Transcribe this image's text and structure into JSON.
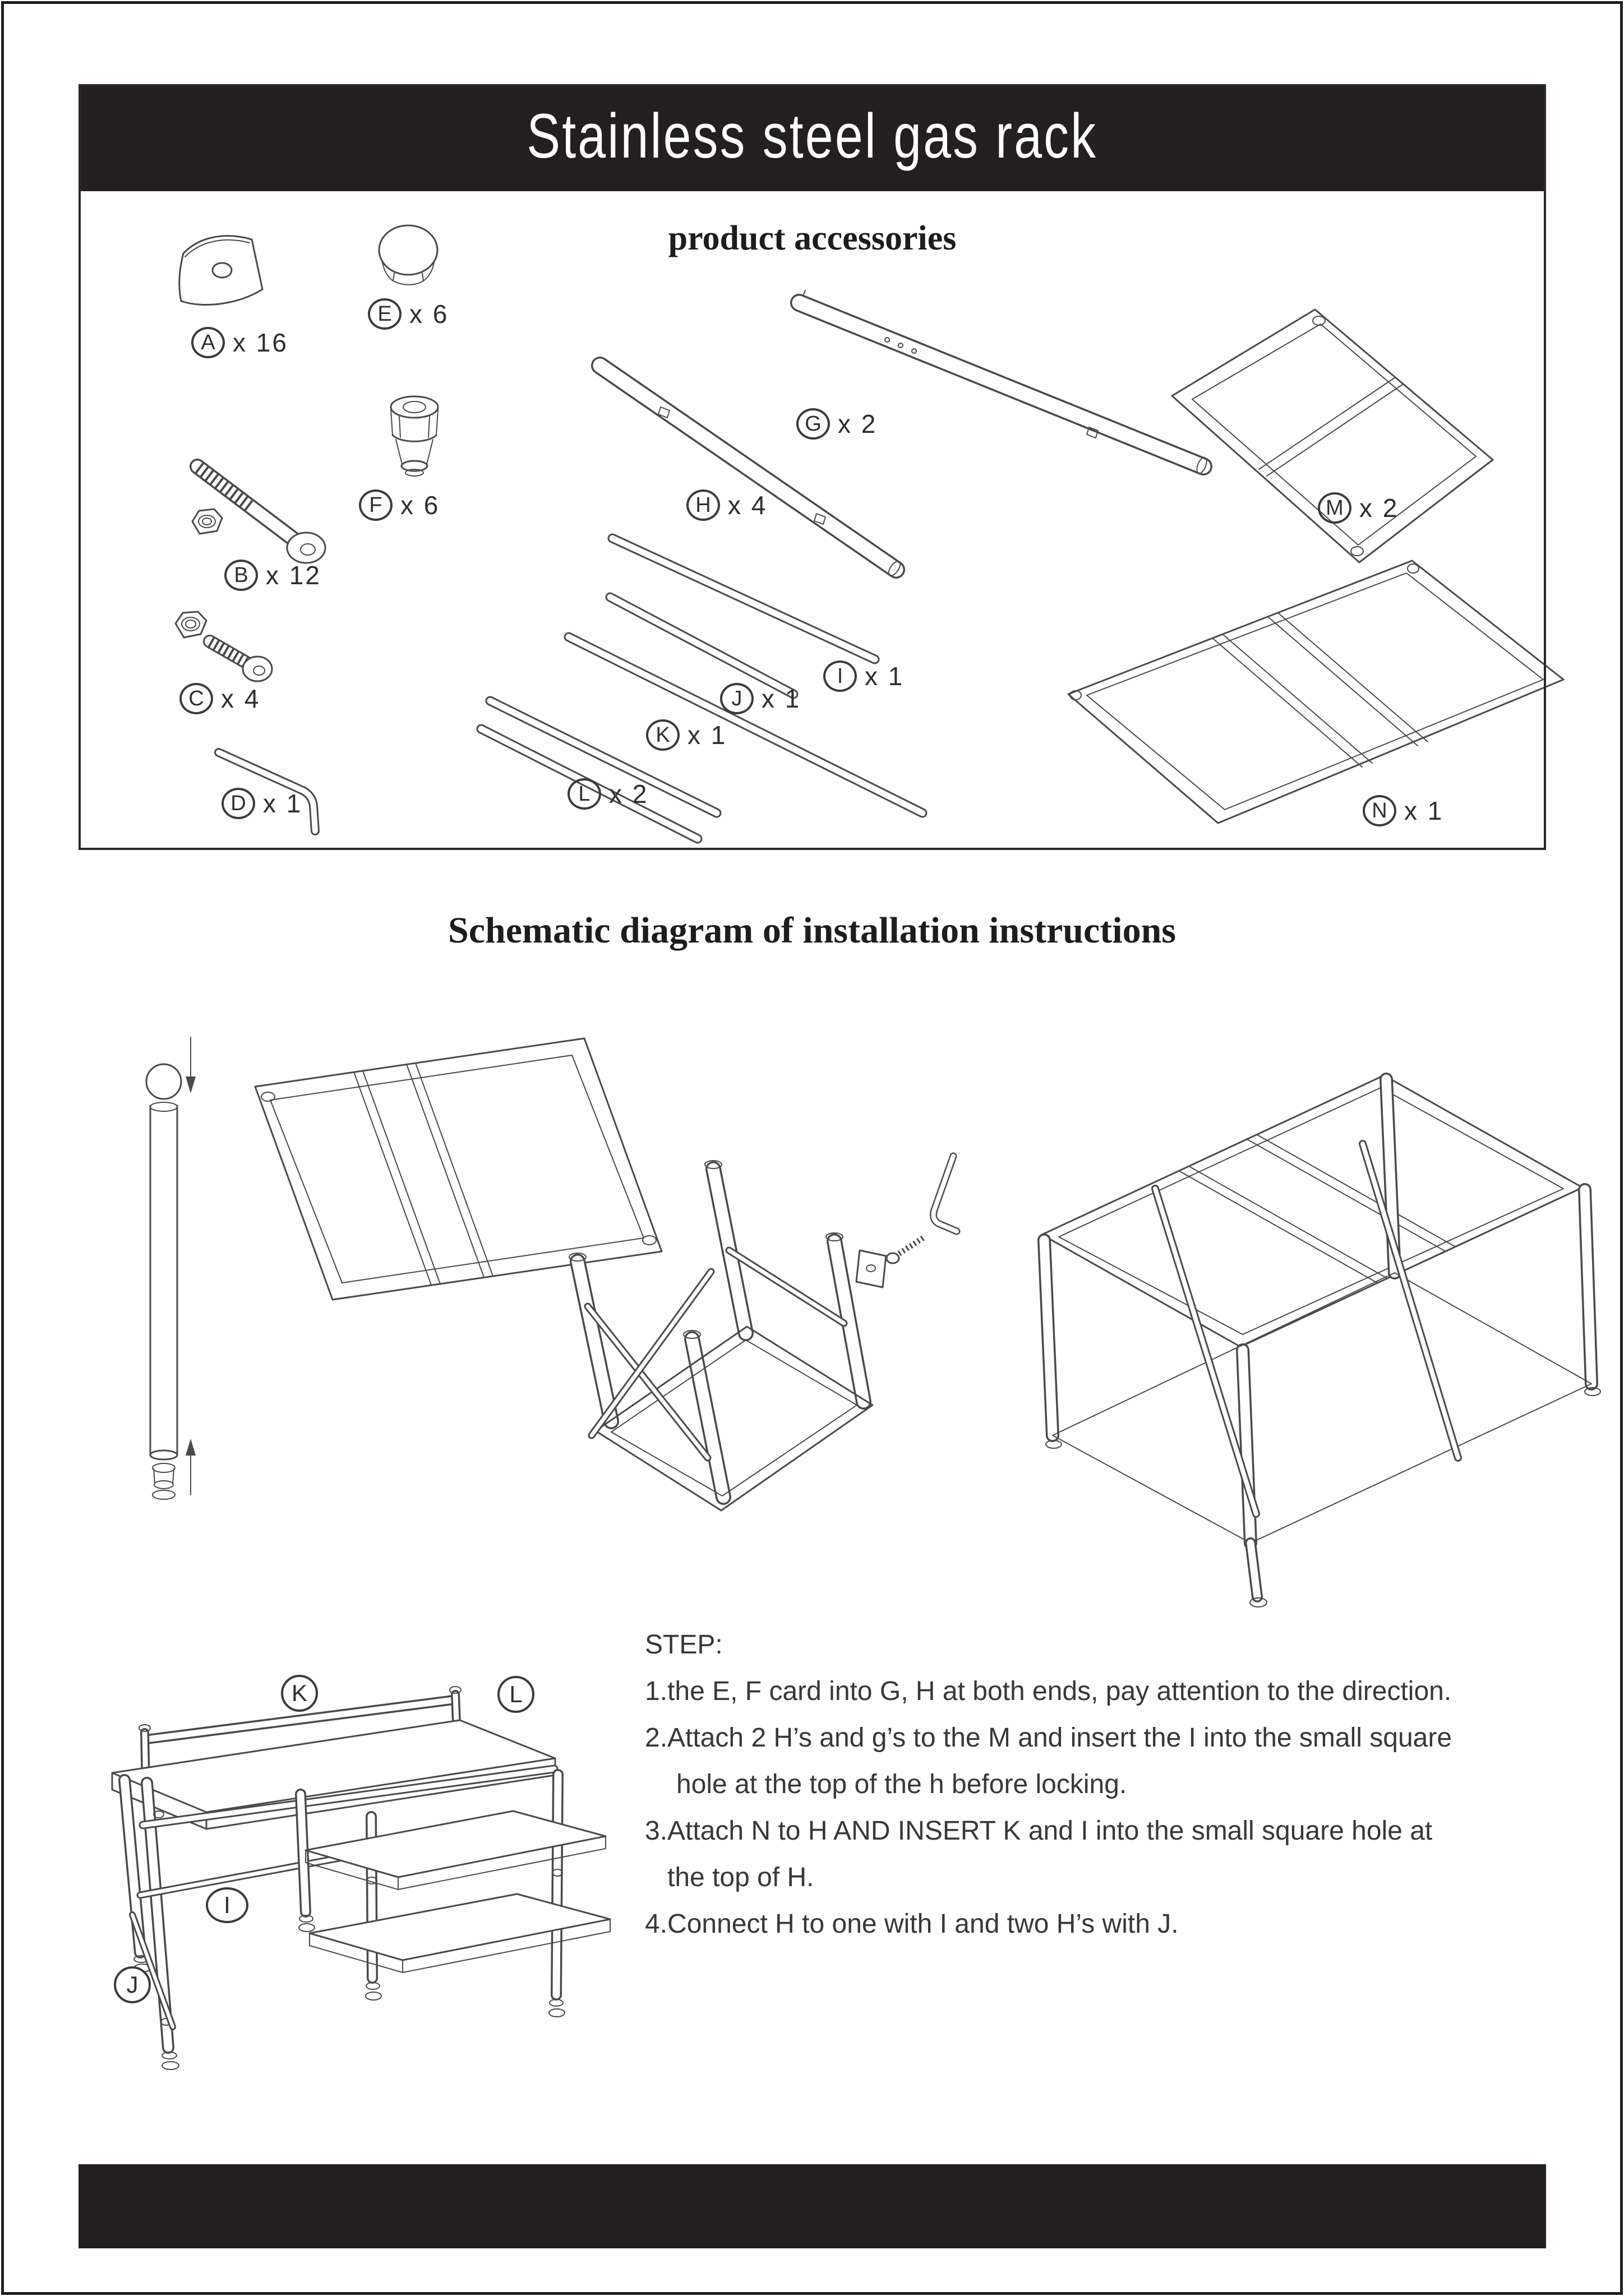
{
  "page": {
    "header_title": "Stainless steel gas rack",
    "accessories_title": "product accessories",
    "schematic_title": "Schematic diagram of installation instructions"
  },
  "colors": {
    "banner": "#231f20",
    "line_art": "#4a4a4a",
    "text": "#38383a"
  },
  "accessories": {
    "parts": [
      {
        "letter": "A",
        "count": "x 16",
        "icon": "corner-bracket-plate"
      },
      {
        "letter": "E",
        "count": "x 6",
        "icon": "round-end-cap"
      },
      {
        "letter": "B",
        "count": "x 12",
        "icon": "long-bolt-with-nut"
      },
      {
        "letter": "F",
        "count": "x 6",
        "icon": "adjustable-foot"
      },
      {
        "letter": "C",
        "count": "x 4",
        "icon": "short-screw-with-nut"
      },
      {
        "letter": "D",
        "count": "x 1",
        "icon": "allen-key"
      },
      {
        "letter": "G",
        "count": "x 2",
        "icon": "round-tube"
      },
      {
        "letter": "H",
        "count": "x 4",
        "icon": "round-tube-long"
      },
      {
        "letter": "I",
        "count": "x 1",
        "icon": "flat-bar"
      },
      {
        "letter": "J",
        "count": "x 1",
        "icon": "flat-bar"
      },
      {
        "letter": "K",
        "count": "x 1",
        "icon": "flat-bar"
      },
      {
        "letter": "L",
        "count": "x 2",
        "icon": "flat-bar"
      },
      {
        "letter": "M",
        "count": "x 2",
        "icon": "shelf-frame"
      },
      {
        "letter": "N",
        "count": "x 1",
        "icon": "shelf-frame-large"
      }
    ]
  },
  "assembly_callouts": [
    {
      "letter": "K"
    },
    {
      "letter": "L"
    },
    {
      "letter": "I"
    },
    {
      "letter": "J"
    }
  ],
  "steps": {
    "heading": "STEP:",
    "lines": [
      "1.the E, F card into G, H at both ends, pay attention to the direction.",
      "2.Attach 2 H’s and g’s to the M and insert the I into the small square",
      "hole at the top of the h before locking.",
      "3.Attach N to H AND INSERT K and I into the small square hole at",
      "the top of H.",
      "4.Connect H to one with I and two H’s with J."
    ]
  }
}
